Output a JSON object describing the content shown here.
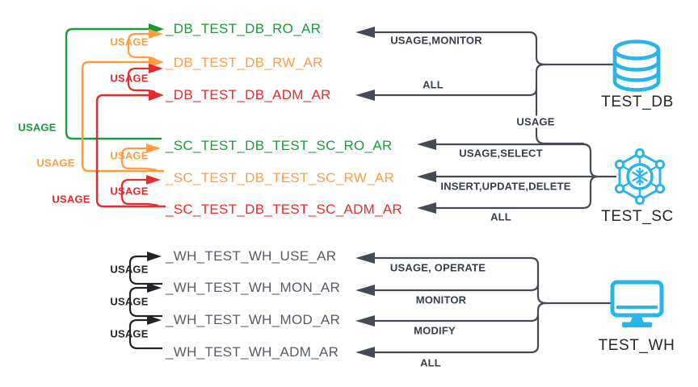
{
  "colors": {
    "green": "#169c39",
    "orange": "#ff9c40",
    "red": "#e8292e",
    "snowflake_blue": "#29b5e8",
    "connector_dark": "#454b55",
    "wh_bracket_dark": "#212327",
    "role_gray": "#565b63"
  },
  "inheritance_grants": [
    {
      "label": "USAGE",
      "color": "#169c39"
    },
    {
      "label": "USAGE",
      "color": "#ff9c40"
    },
    {
      "label": "USAGE",
      "color": "#e8292e"
    }
  ],
  "db": {
    "roles": [
      {
        "label": "_DB_TEST_DB_RO_AR",
        "color": "#169c39"
      },
      {
        "label": "_DB_TEST_DB_RW_AR",
        "color": "#ff9c40"
      },
      {
        "label": "_DB_TEST_DB_ADM_AR",
        "color": "#e8292e"
      }
    ],
    "hierarchy_grants": [
      {
        "label": "USAGE",
        "color": "#ff9c40"
      },
      {
        "label": "USAGE",
        "color": "#e8292e"
      }
    ],
    "privilege_grants": [
      {
        "label": "USAGE,MONITOR"
      },
      {
        "label": "ALL"
      }
    ],
    "schema_usage_grant": {
      "label": "USAGE"
    },
    "resource": {
      "label": "TEST_DB",
      "icon": "database-icon"
    }
  },
  "sc": {
    "roles": [
      {
        "label": "_SC_TEST_DB_TEST_SC_RO_AR",
        "color": "#169c39"
      },
      {
        "label": "_SC_TEST_DB_TEST_SC_RW_AR",
        "color": "#ff9c40"
      },
      {
        "label": "_SC_TEST_DB_TEST_SC_ADM_AR",
        "color": "#e8292e"
      }
    ],
    "hierarchy_grants": [
      {
        "label": "USAGE",
        "color": "#ff9c40"
      },
      {
        "label": "USAGE",
        "color": "#e8292e"
      }
    ],
    "privilege_grants": [
      {
        "label": "USAGE,SELECT"
      },
      {
        "label": "INSERT,UPDATE,DELETE"
      },
      {
        "label": "ALL"
      }
    ],
    "resource": {
      "label": "TEST_SC",
      "icon": "schema-network-icon"
    }
  },
  "wh": {
    "roles": [
      {
        "label": "_WH_TEST_WH_USE_AR",
        "color": "#565b63"
      },
      {
        "label": "_WH_TEST_WH_MON_AR",
        "color": "#565b63"
      },
      {
        "label": "_WH_TEST_WH_MOD_AR",
        "color": "#565b63"
      },
      {
        "label": "_WH_TEST_WH_ADM_AR",
        "color": "#565b63"
      }
    ],
    "hierarchy_grants": [
      {
        "label": "USAGE"
      },
      {
        "label": "USAGE"
      },
      {
        "label": "USAGE"
      }
    ],
    "privilege_grants": [
      {
        "label": "USAGE, OPERATE"
      },
      {
        "label": "MONITOR"
      },
      {
        "label": "MODIFY"
      },
      {
        "label": "ALL"
      }
    ],
    "resource": {
      "label": "TEST_WH",
      "icon": "warehouse-monitor-icon"
    }
  }
}
